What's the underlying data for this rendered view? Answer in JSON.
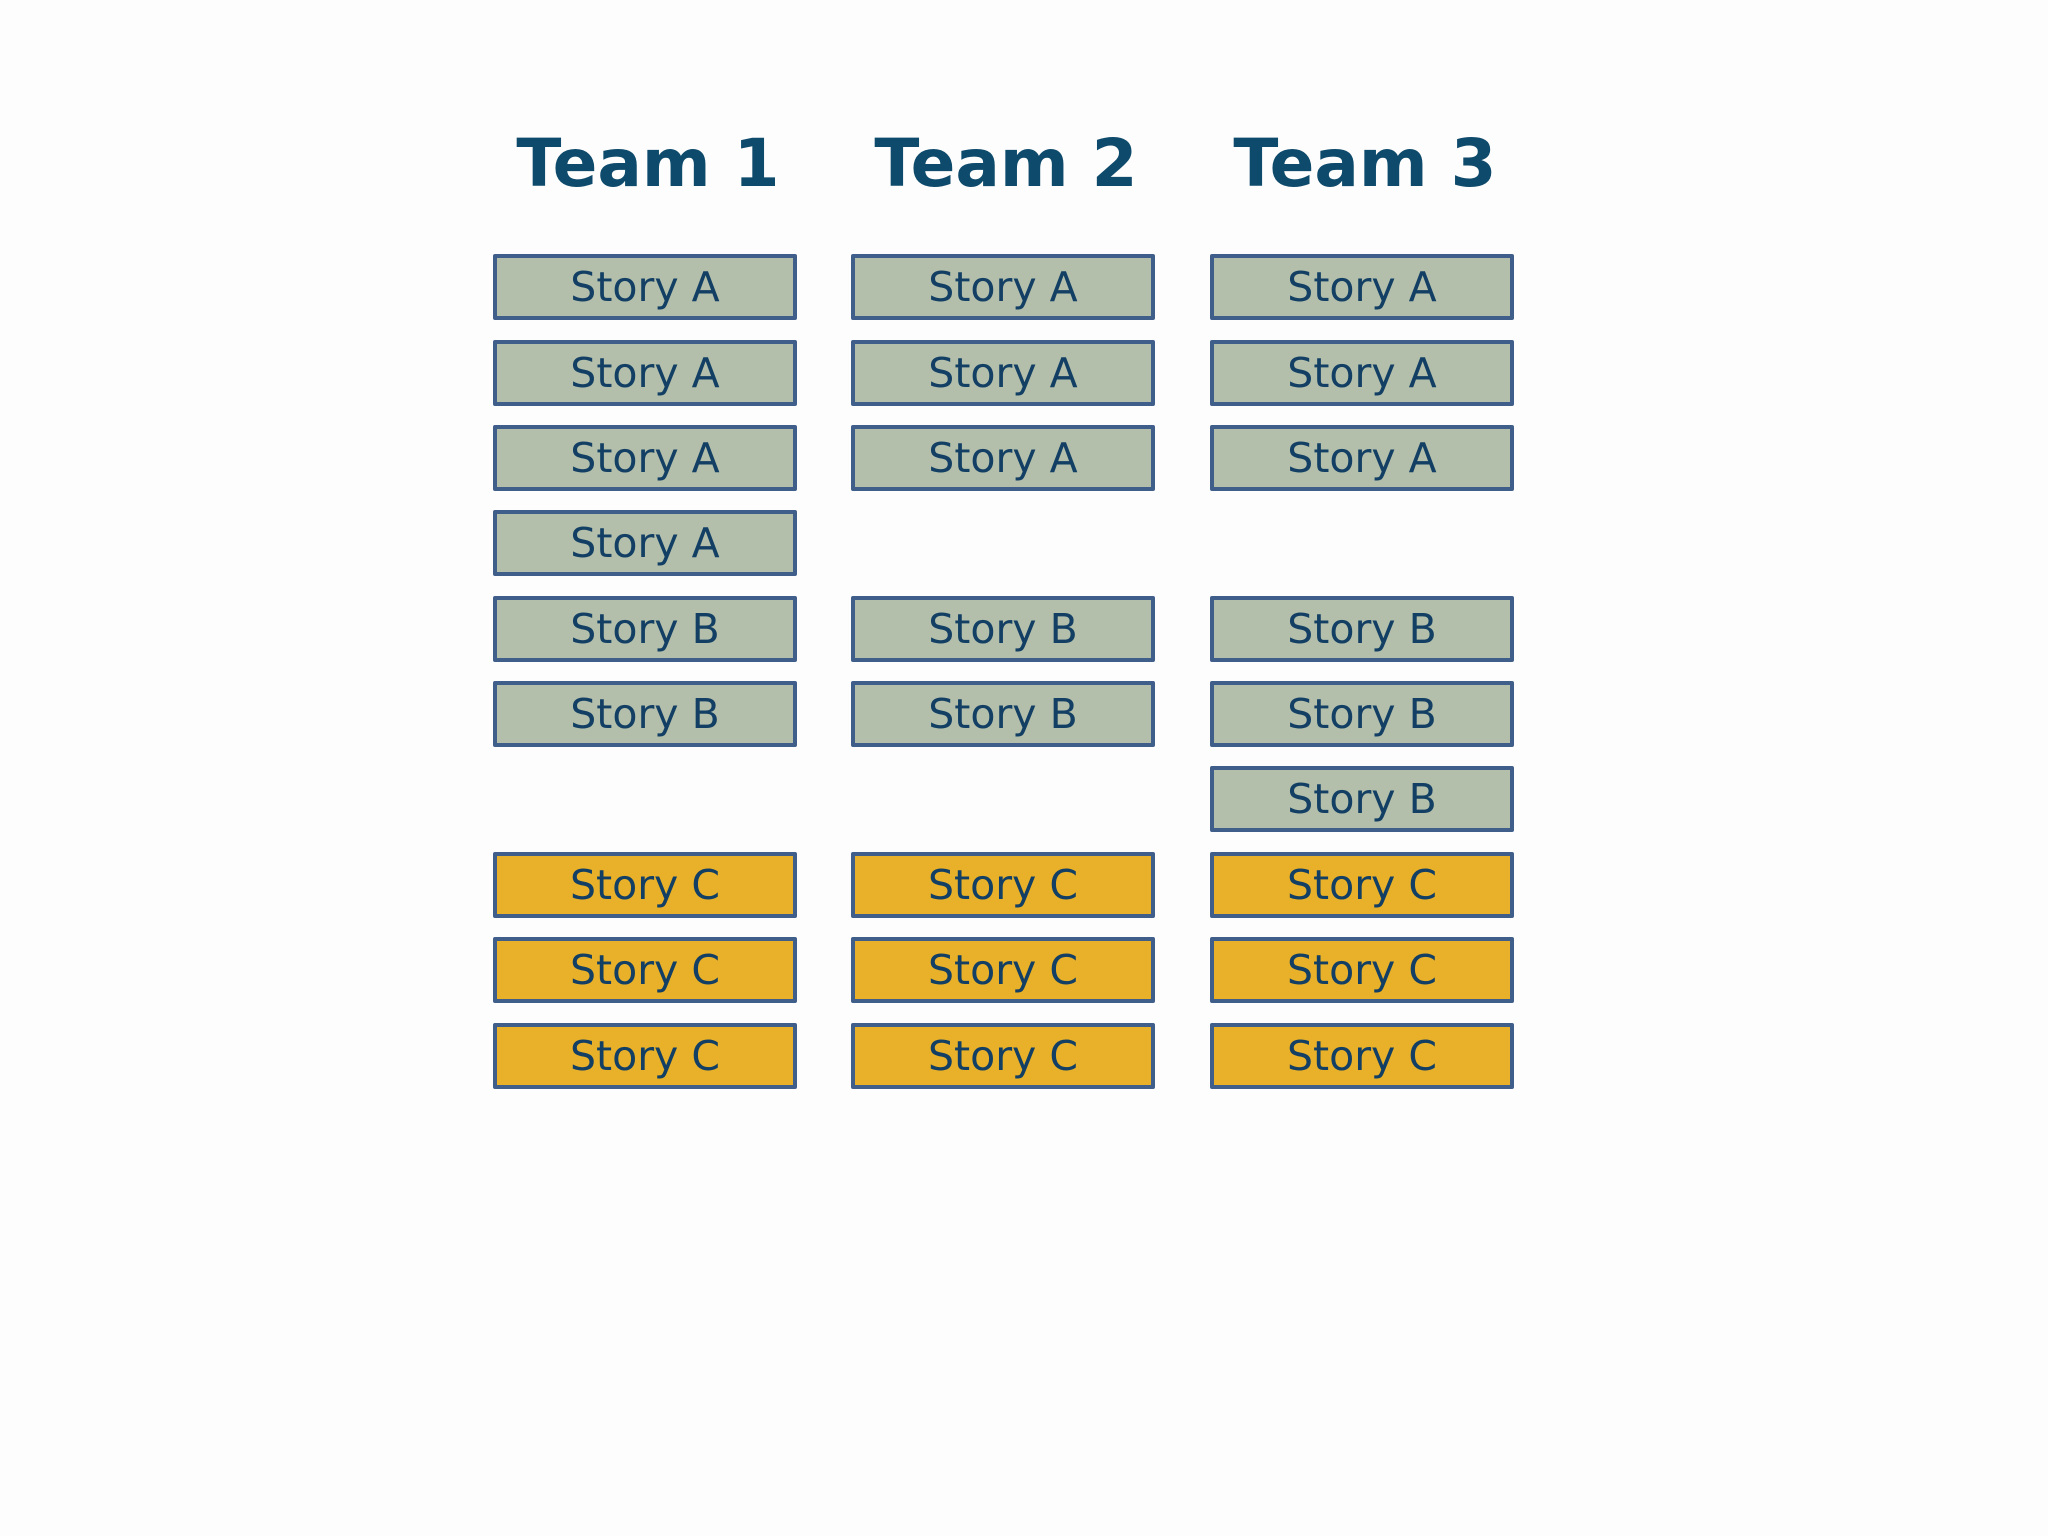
{
  "teams": [
    {
      "title": "Team 1",
      "stories": [
        {
          "label": "Story A",
          "kind": "a"
        },
        {
          "label": "Story A",
          "kind": "a"
        },
        {
          "label": "Story A",
          "kind": "a"
        },
        {
          "label": "Story A",
          "kind": "a"
        },
        {
          "label": "Story B",
          "kind": "b"
        },
        {
          "label": "Story B",
          "kind": "b"
        },
        {
          "label": "Story C",
          "kind": "c"
        },
        {
          "label": "Story C",
          "kind": "c"
        },
        {
          "label": "Story C",
          "kind": "c"
        }
      ]
    },
    {
      "title": "Team 2",
      "stories": [
        {
          "label": "Story A",
          "kind": "a"
        },
        {
          "label": "Story A",
          "kind": "a"
        },
        {
          "label": "Story A",
          "kind": "a"
        },
        {
          "label": "Story B",
          "kind": "b"
        },
        {
          "label": "Story B",
          "kind": "b"
        },
        {
          "label": "Story C",
          "kind": "c"
        },
        {
          "label": "Story C",
          "kind": "c"
        },
        {
          "label": "Story C",
          "kind": "c"
        }
      ]
    },
    {
      "title": "Team 3",
      "stories": [
        {
          "label": "Story A",
          "kind": "a"
        },
        {
          "label": "Story A",
          "kind": "a"
        },
        {
          "label": "Story A",
          "kind": "a"
        },
        {
          "label": "Story B",
          "kind": "b"
        },
        {
          "label": "Story B",
          "kind": "b"
        },
        {
          "label": "Story B",
          "kind": "b"
        },
        {
          "label": "Story C",
          "kind": "c"
        },
        {
          "label": "Story C",
          "kind": "c"
        },
        {
          "label": "Story C",
          "kind": "c"
        }
      ]
    }
  ],
  "colors": {
    "title_text": "#0e4a6b",
    "story_text": "#123f63",
    "card_border": "#3f5e8a",
    "story_ab_fill": "#b3bfab",
    "story_c_fill": "#e9b12a",
    "background": "#fdfdfd"
  }
}
